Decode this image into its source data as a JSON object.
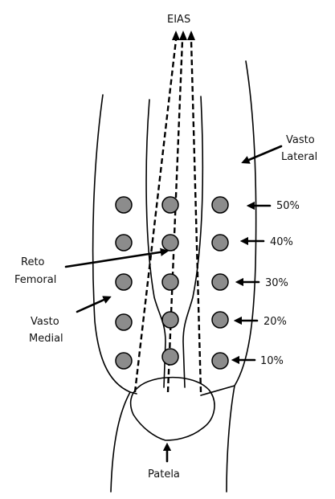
{
  "labels": {
    "eias": "EIAS",
    "vasto_lateral": [
      "Vasto",
      "Lateral"
    ],
    "reto_femoral": [
      "Reto",
      "Femoral"
    ],
    "vasto_medial": [
      "Vasto",
      "Medial"
    ],
    "patela": "Patela"
  },
  "percent_levels": [
    "50%",
    "40%",
    "30%",
    "20%",
    "10%"
  ],
  "electrode_columns": [
    "medial",
    "central",
    "lateral"
  ],
  "colors": {
    "electrode_fill": "#8c8c8c",
    "line": "#000000",
    "background": "#ffffff"
  }
}
